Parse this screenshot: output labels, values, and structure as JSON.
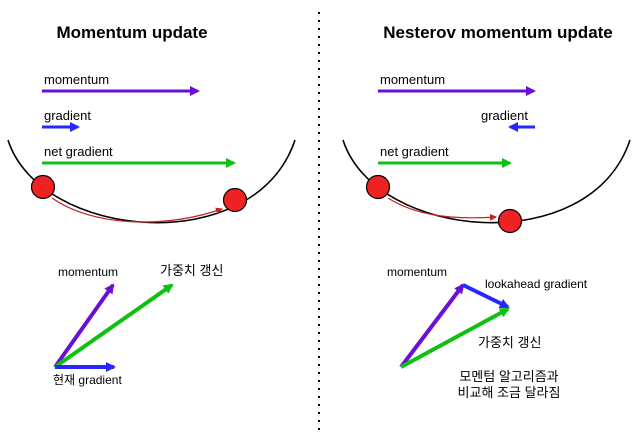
{
  "colors": {
    "momentum": "#6a0fd6",
    "gradient": "#2626ff",
    "net": "#10c010",
    "ball": "#ee2222",
    "path": "#c42222",
    "divider": "#000000"
  },
  "left_panel": {
    "title": "Momentum update",
    "momentum_label": "momentum",
    "gradient_label": "gradient",
    "net_gradient_label": "net gradient",
    "diagram_momentum_label": "momentum",
    "diagram_update_label": "가중치 갱신",
    "diagram_gradient_label": "현재 gradient"
  },
  "right_panel": {
    "title": "Nesterov momentum update",
    "momentum_label": "momentum",
    "gradient_label": "gradient",
    "net_gradient_label": "net gradient",
    "diagram_momentum_label": "momentum",
    "diagram_lookahead_label": "lookahead gradient",
    "diagram_update_label": "가중치 갱신",
    "note_line1": "모멘텀 알고리즘과",
    "note_line2": "비교해 조금 달라짐"
  }
}
